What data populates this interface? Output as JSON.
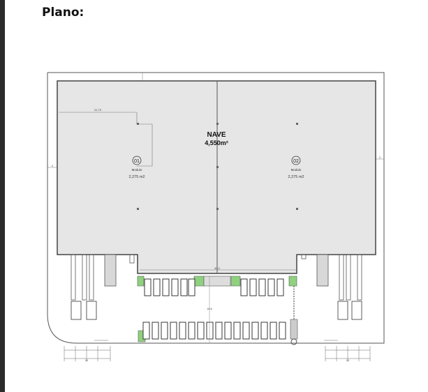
{
  "page": {
    "heading": "Plano:"
  },
  "plan": {
    "building_name": "NAVE",
    "building_area": "4,550m²",
    "modules": [
      {
        "number": "01",
        "label": "Modulo",
        "area": "2,275 m2"
      },
      {
        "number": "02",
        "label": "Modulo",
        "area": "2,275 m2"
      }
    ],
    "dimension_top": "22,75",
    "dimension_gap": "60,9",
    "dimension_center": "18,6",
    "dimension_left": "2",
    "dimension_right": "2",
    "dimension_bottom_left": "12",
    "dimension_bottom_right": "12"
  },
  "colors": {
    "building_fill": "#e6e6e6",
    "line": "#555555",
    "green": "#8fd17f",
    "sidebar": "#2b2b2b"
  }
}
